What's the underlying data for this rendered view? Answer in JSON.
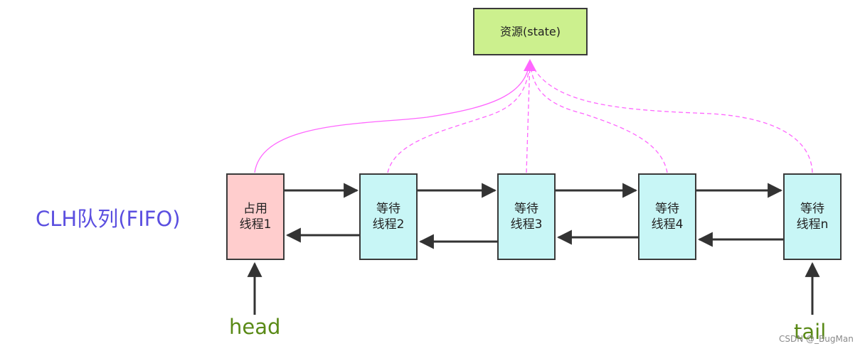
{
  "resource": {
    "label": "资源(state)"
  },
  "queue_label": "CLH队列(FIFO)",
  "threads": [
    {
      "line1": "占用",
      "line2": "线程1"
    },
    {
      "line1": "等待",
      "line2": "线程2"
    },
    {
      "line1": "等待",
      "line2": "线程3"
    },
    {
      "line1": "等待",
      "line2": "线程4"
    },
    {
      "line1": "等待",
      "line2": "线程n"
    }
  ],
  "pointers": {
    "head": "head",
    "tail": "tail"
  },
  "watermark": "CSDN @_BugMan",
  "colors": {
    "occupied_fill": "#ffcdcd",
    "waiting_fill": "#c8f6f6",
    "resource_fill": "#ccf08e",
    "state_link": "#ff66ff",
    "queue_label": "#5b4fe0",
    "pointer_label": "#5a8a17"
  }
}
